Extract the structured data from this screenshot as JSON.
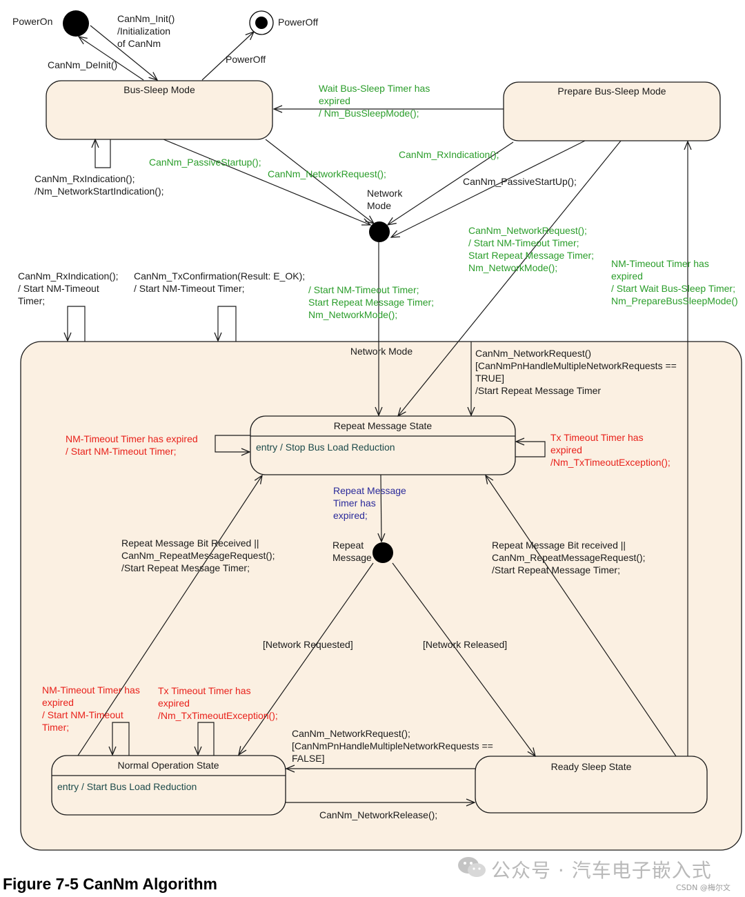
{
  "states": {
    "network_mode": "Network Mode",
    "bus_sleep": "Bus-Sleep Mode",
    "prepare_bus_sleep": "Prepare Bus-Sleep Mode",
    "repeat_message": "Repeat Message State",
    "repeat_message_entry": "entry / Stop Bus Load Reduction",
    "normal_operation": "Normal Operation State",
    "normal_operation_entry": "entry / Start Bus Load Reduction",
    "ready_sleep": "Ready Sleep State"
  },
  "pseudostates": {
    "power_on": "PowerOn",
    "power_off": "PowerOff",
    "network_mode_junction": [
      "Network",
      "Mode"
    ],
    "repeat_message_junction": [
      "Repeat",
      "Message"
    ]
  },
  "transitions": {
    "init": [
      "CanNm_Init()",
      "/Initialization",
      "of CanNm"
    ],
    "deinit": "CanNm_DeInit()",
    "poweroff": "PowerOff",
    "wait_bus_sleep": [
      "Wait Bus-Sleep Timer has",
      "expired",
      "/ Nm_BusSleepMode();"
    ],
    "bus_sleep_self": [
      "CanNm_RxIndication();",
      "/Nm_NetworkStartIndication();"
    ],
    "passive_startup_sleep": "CanNm_PassiveStartup();",
    "network_request_sleep": "CanNm_NetworkRequest();",
    "rx_indication_prepare": "CanNm_RxIndication();",
    "passive_startup_prepare": "CanNm_PassiveStartUp();",
    "network_request_prepare": [
      "CanNm_NetworkRequest();",
      "/ Start NM-Timeout Timer;",
      "Start Repeat Message Timer;",
      "Nm_NetworkMode();"
    ],
    "nm_timeout_to_prepare": [
      "NM-Timeout Timer has",
      "expired",
      "/ Start Wait Bus-Sleep Timer;",
      "Nm_PrepareBusSleepMode()"
    ],
    "network_mode_rx": [
      "CanNm_RxIndication();",
      "/ Start NM-Timeout",
      "Timer;"
    ],
    "network_mode_tx": [
      "CanNm_TxConfirmation(Result: E_OK);",
      "/ Start NM-Timeout Timer;"
    ],
    "network_mode_entry": [
      "/ Start NM-Timeout Timer;",
      "Start Repeat Message Timer;",
      "Nm_NetworkMode();"
    ],
    "pn_multi_request": [
      "CanNm_NetworkRequest()",
      "[CanNmPnHandleMultipleNetworkRequests ==",
      "TRUE]",
      "/Start Repeat Message Timer"
    ],
    "rm_nm_timeout": [
      "NM-Timeout Timer has expired",
      "/ Start NM-Timeout Timer;"
    ],
    "rm_tx_timeout": [
      "Tx Timeout Timer has",
      "expired",
      "/Nm_TxTimeoutException();"
    ],
    "rm_timer_expired": [
      "Repeat Message",
      "Timer has",
      "expired;"
    ],
    "normal_to_rm": [
      "Repeat Message Bit Received ||",
      "CanNm_RepeatMessageRequest();",
      "/Start Repeat Message Timer;"
    ],
    "ready_to_rm": [
      "Repeat Message Bit received ||",
      "CanNm_RepeatMessageRequest();",
      "/Start Repeat Message Timer;"
    ],
    "network_requested": "[Network Requested]",
    "network_released": "[Network Released]",
    "no_nm_timeout": [
      "NM-Timeout Timer has",
      "expired",
      "/ Start NM-Timeout",
      "Timer;"
    ],
    "no_tx_timeout": [
      "Tx Timeout Timer has",
      "expired",
      "/Nm_TxTimeoutException();"
    ],
    "ready_to_normal": [
      "CanNm_NetworkRequest();",
      "[CanNmPnHandleMultipleNetworkRequests ==",
      "FALSE]"
    ],
    "normal_to_ready": "CanNm_NetworkRelease();"
  },
  "caption": "Figure 7-5 CanNm Algorithm",
  "watermark": "公众号 · 汽车电子嵌入式",
  "watermark_small": "CSDN @梅尔文",
  "colors": {
    "state_fill": "#fbf0e2",
    "green": "#2a9d2a",
    "red": "#e8201a",
    "blue": "#2a2a9a",
    "line": "#1a1a1a"
  }
}
